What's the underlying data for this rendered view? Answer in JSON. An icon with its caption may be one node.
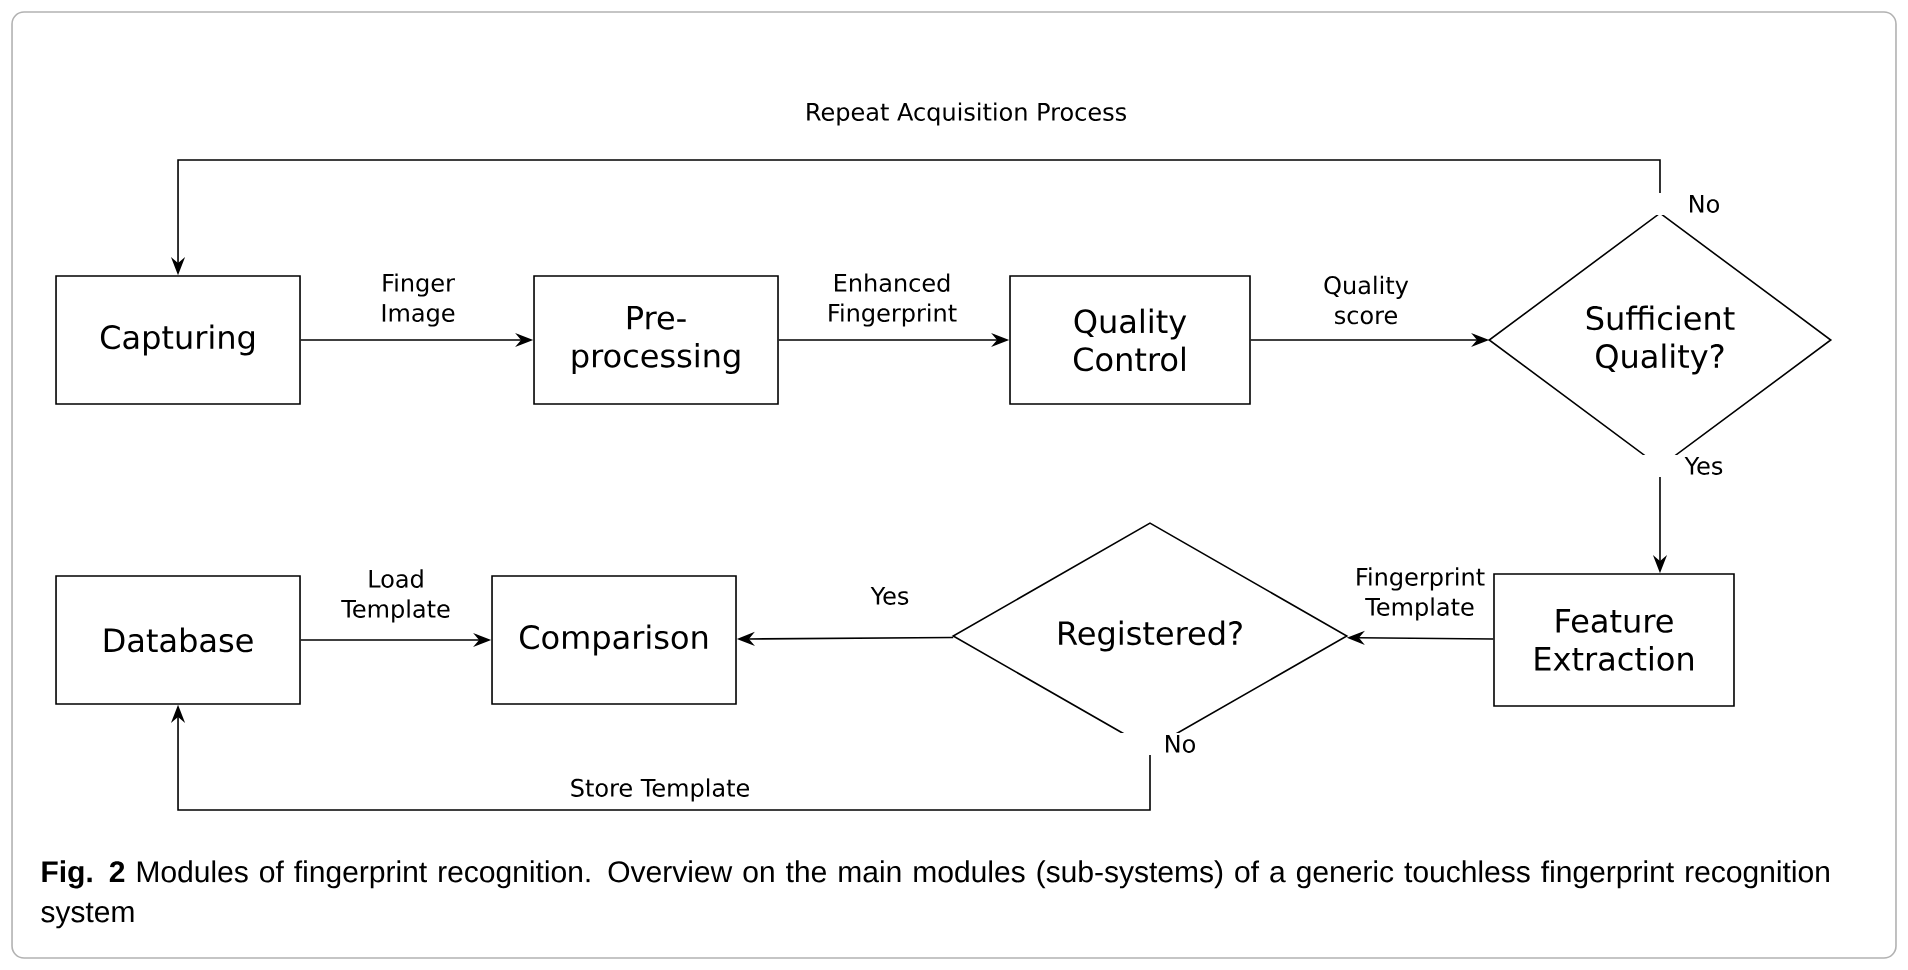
{
  "diagram": {
    "caption": "**Fig. 2** Modules of fingerprint recognition. Overview on the main modules (sub-systems) of a generic touchless fingerprint recognition system",
    "nodes": [
      {
        "text": [
          "Capturing"
        ]
      },
      {
        "text": [
          "Pre-processing"
        ]
      },
      {
        "text": [
          "Quality Control"
        ]
      },
      {
        "text": [
          "Sufficient Quality?"
        ]
      },
      {
        "text": [
          "Feature Extraction"
        ]
      },
      {
        "text": [
          "Registered?"
        ]
      },
      {
        "text": [
          "Comparison"
        ]
      },
      {
        "text": [
          "Database"
        ]
      }
    ],
    "edges": [
      {
        "from": 0,
        "to": 1,
        "arrow": "to",
        "label": "Finger Image"
      },
      {
        "from": 1,
        "to": 2,
        "arrow": "to",
        "label": "Enhanced Fingerprint"
      },
      {
        "from": 2,
        "to": 3,
        "arrow": "to",
        "label": "Quality score"
      },
      {
        "from": 3,
        "to": 0,
        "arrow": "to",
        "label": "No"
      },
      {
        "from": 3,
        "to": 4,
        "arrow": "to",
        "label": "Yes"
      },
      {
        "from": 4,
        "to": 5,
        "arrow": "to",
        "label": "Fingerprint Template"
      },
      {
        "from": 5,
        "to": 6,
        "arrow": "to",
        "label": "Yes"
      },
      {
        "from": 7,
        "to": 6,
        "arrow": "to",
        "label": "Load Template"
      },
      {
        "from": 5,
        "to": 7,
        "arrow": "to",
        "label": "No"
      }
    ],
    "labels": [
      "Repeat Acquisition Process",
      "Store Template"
    ]
  }
}
